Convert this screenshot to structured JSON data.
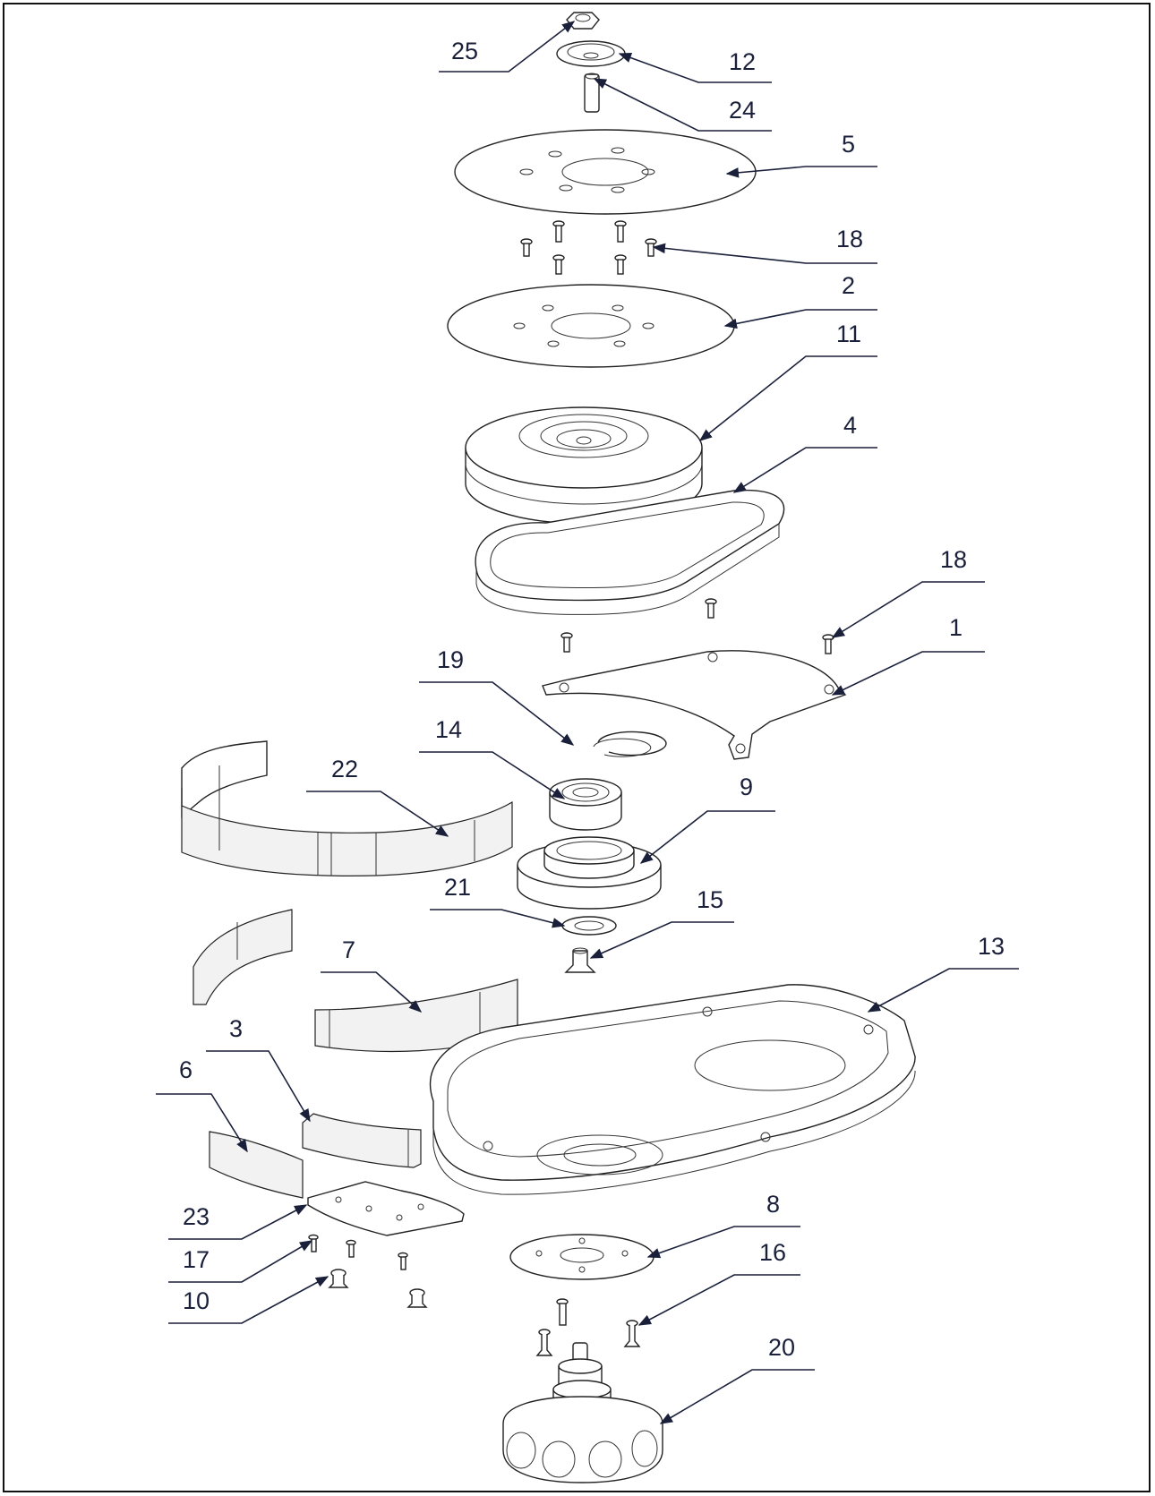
{
  "diagram": {
    "type": "exploded-parts-view",
    "part_numbers": [
      "25",
      "12",
      "24",
      "5",
      "18",
      "2",
      "11",
      "4",
      "18",
      "1",
      "19",
      "14",
      "22",
      "9",
      "21",
      "15",
      "13",
      "7",
      "3",
      "6",
      "23",
      "17",
      "10",
      "8",
      "16",
      "20"
    ]
  }
}
